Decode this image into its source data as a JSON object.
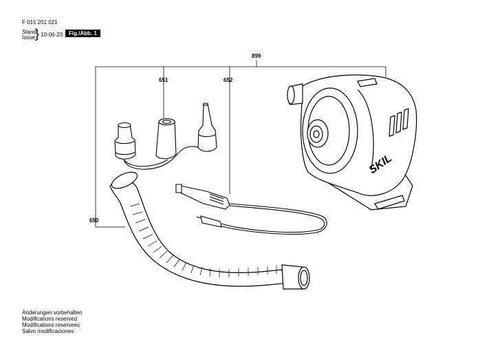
{
  "header": {
    "doc_code": "F 015 201 021",
    "stand_label": "Stand",
    "issue_label": "Issue",
    "issue_date": "10-06-23",
    "figure_label": "Fig./Abb. 1"
  },
  "callouts": {
    "c899": "899",
    "c651": "651",
    "c652": "652",
    "c650": "650"
  },
  "brand": "SKIL",
  "footer": [
    "Änderungen vorbehalten",
    "Modifications reserved",
    "Modifications reservees",
    "Salvo modificaciones"
  ]
}
